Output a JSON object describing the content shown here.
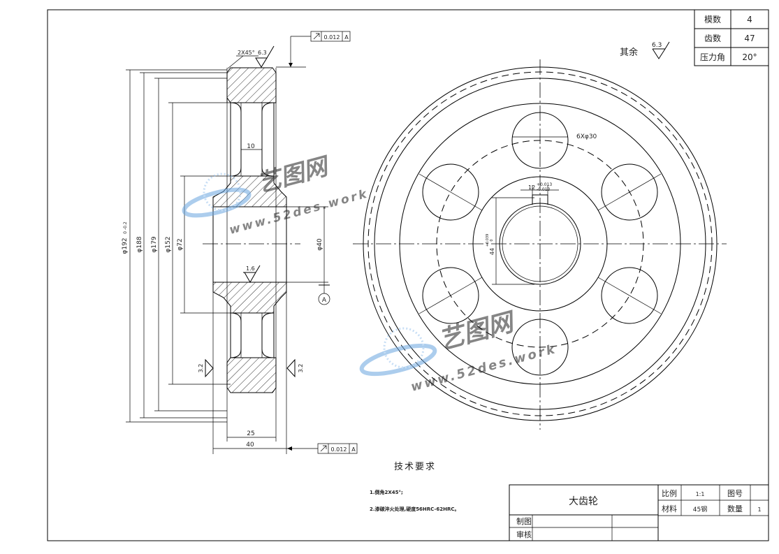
{
  "params": {
    "module_label": "模数",
    "module_value": "4",
    "teeth_label": "齿数",
    "teeth_value": "47",
    "angle_label": "压力角",
    "angle_value": "20°"
  },
  "roughness": {
    "rest_label": "其余",
    "rest_value": "6.3",
    "chamfer_value": "6.3",
    "bore_value": "1.6",
    "face_left": "3.2",
    "face_right": "3.2"
  },
  "tolerance": {
    "top_value": "0.012",
    "top_datum": "A",
    "bottom_value": "0.012",
    "bottom_datum": "A",
    "datum_marker": "A"
  },
  "dims": {
    "chamfer": "2X45°",
    "d192": "φ192",
    "d192_tol": "0\n-0.2",
    "d188": "φ188",
    "d179": "φ179",
    "d152": "φ152",
    "d72": "φ72",
    "d40": "φ40",
    "w10": "10",
    "w25": "25",
    "w40": "40",
    "holes": "6Xφ30",
    "key12": "12",
    "key12_tol_upper": "+0.013",
    "key12_tol_lower": "-0.013",
    "key44": "44",
    "key44_tol_upper": "+0.039",
    "key44_tol_lower": "0"
  },
  "notes": {
    "heading": "技术要求",
    "line1": "1.倒角2X45°;",
    "line2": "2.渗碳淬火处理,硬度56HRC-62HRC。"
  },
  "title_block": {
    "part_name": "大齿轮",
    "scale_label": "比例",
    "scale_value": "1:1",
    "drawing_no_label": "图号",
    "drawing_no_value": "",
    "material_label": "材料",
    "material_value": "45钢",
    "quantity_label": "数量",
    "quantity_value": "1",
    "drawn_label": "制图",
    "checked_label": "审核"
  },
  "watermark": {
    "brand": "艺图网",
    "url": "www.52des.work"
  }
}
